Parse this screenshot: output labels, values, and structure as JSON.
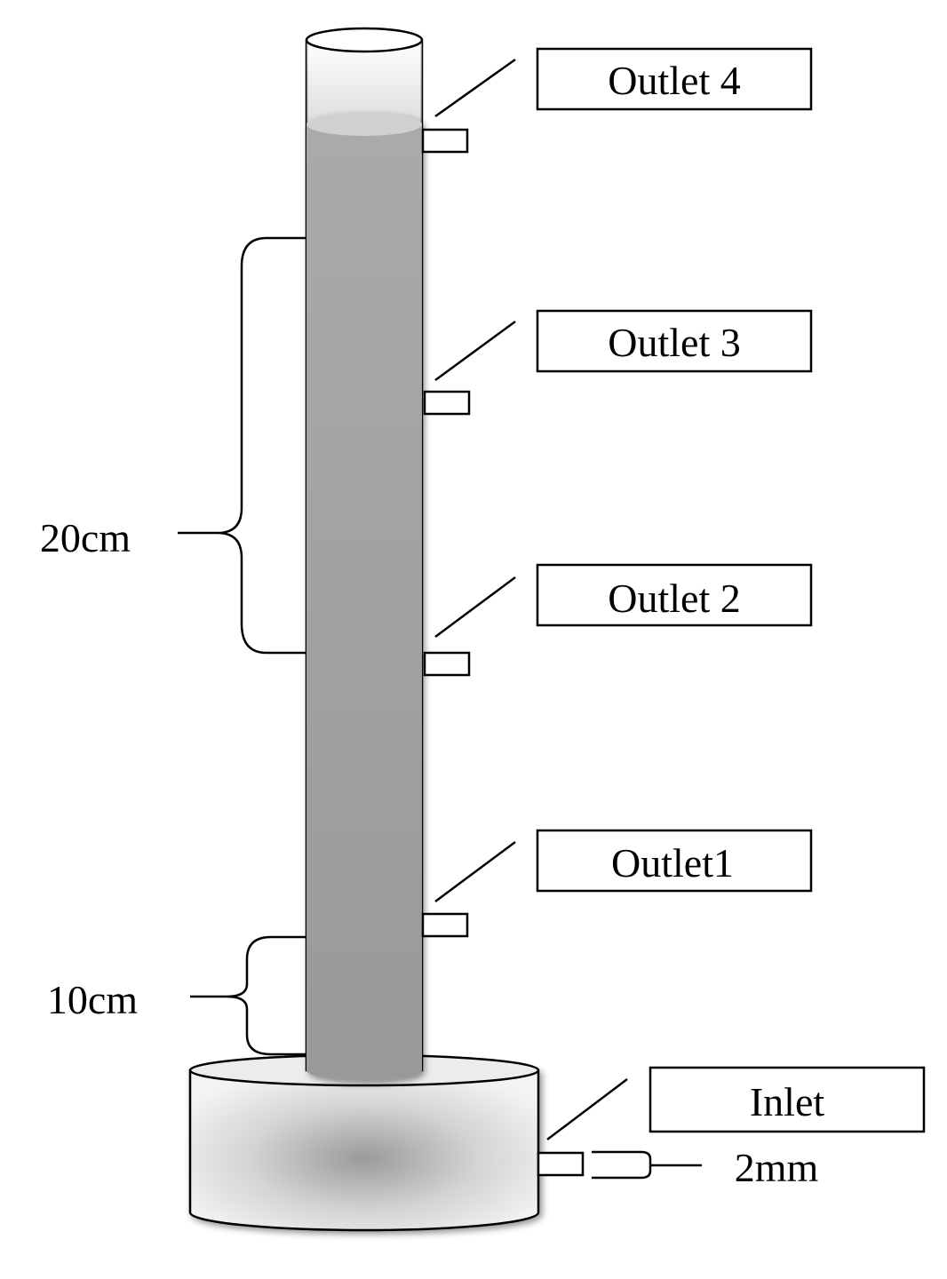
{
  "diagram": {
    "outlets": [
      {
        "label": "Outlet1"
      },
      {
        "label": "Outlet 2"
      },
      {
        "label": "Outlet 3"
      },
      {
        "label": "Outlet 4"
      }
    ],
    "inlet": {
      "label": "Inlet"
    },
    "dimensions": {
      "outlet_spacing": "20cm",
      "bottom_offset": "10cm",
      "port_diameter": "2mm"
    },
    "colors": {
      "column_fill": "#a3a3a3",
      "column_top": "#d0d0d0",
      "base_center": "#9a9a9a",
      "base_edge": "#f3f3f3",
      "outline": "#000000"
    }
  }
}
